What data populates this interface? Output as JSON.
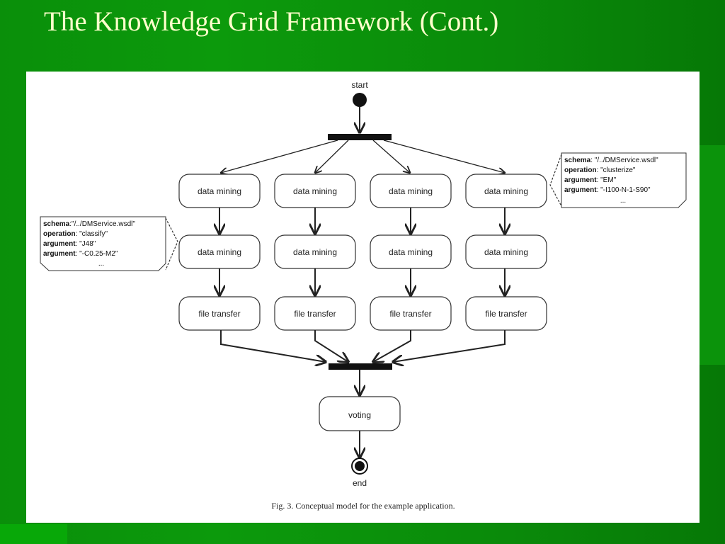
{
  "title": "The Knowledge Grid Framework (Cont.)",
  "diagram": {
    "start_label": "start",
    "end_label": "end",
    "lanes": [
      {
        "step1": "data mining",
        "step2": "data mining",
        "step3": "file transfer"
      },
      {
        "step1": "data mining",
        "step2": "data mining",
        "step3": "file transfer"
      },
      {
        "step1": "data mining",
        "step2": "data mining",
        "step3": "file transfer"
      },
      {
        "step1": "data mining",
        "step2": "data mining",
        "step3": "file transfer"
      }
    ],
    "voting_label": "voting",
    "note_left": {
      "schema_key": "schema",
      "schema_val": ":\"/../DMService.wsdl\"",
      "operation_key": "operation",
      "operation_val": ": \"classify\"",
      "argument1_key": "argument",
      "argument1_val": ": \"J48\"",
      "argument2_key": "argument",
      "argument2_val": ": \"-C0.25-M2\"",
      "ellipsis": "..."
    },
    "note_right": {
      "schema_key": "schema",
      "schema_val": ": \"/../DMService.wsdl\"",
      "operation_key": "operation",
      "operation_val": ": \"clusterize\"",
      "argument1_key": "argument",
      "argument1_val": ": \"EM\"",
      "argument2_key": "argument",
      "argument2_val": ": \"-I100-N-1-S90\"",
      "ellipsis": "..."
    },
    "caption": "Fig. 3. Conceptual model for the example application."
  }
}
